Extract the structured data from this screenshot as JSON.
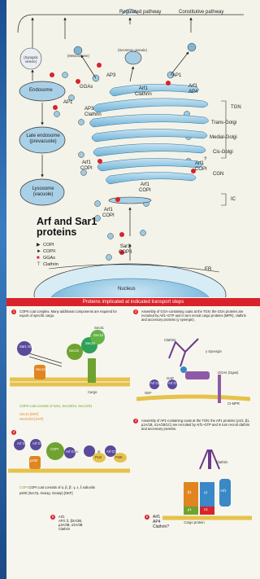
{
  "diagram": {
    "labels": {
      "regulated_pathway": "Regulated pathway",
      "constitutive_pathway": "Constitutive pathway",
      "secretory_granule": "(Secretory granule)",
      "melanosome": "(Melanosome)",
      "synaptic_vesicle": "(Synaptic vesicle)",
      "endosome": "Endosome",
      "late_endosome": "Late endosome (prevacuole)",
      "lysosome": "Lysosome (vacuole)",
      "nucleus": "Nucleus",
      "er": "ER",
      "tgn": "TGN",
      "trans_golgi": "Trans-Golgi",
      "medial_golgi": "Medial-Golgi",
      "cis_golgi": "Cis-Golgi",
      "cgn": "CGN",
      "ic": "IC",
      "ap3_top": "AP3",
      "ap1_top": "AP1",
      "arf1_ap4": "Arf1\nAP4",
      "arf1_clathrin": "Arf1\nClathrin",
      "ggas": "GGAs",
      "ap1_left": "AP1",
      "ap3_clathrin": "AP3\nClathrin",
      "arf1_copi_1": "Arf1\nCOPI",
      "arf1_copi_2": "Arf1\nCOPI",
      "arf1_copi_3": "Arf1\nCOPI",
      "arf1_copi_4": "Arf1\nCOPI",
      "sar1_copii": "Sar1\nCOPII",
      "question": "?"
    },
    "title": "Arf and Sar1 proteins",
    "legend": [
      {
        "mark": "COPI"
      },
      {
        "mark": "COPII"
      },
      {
        "mark": "GGAs"
      },
      {
        "mark": "Clathrin"
      }
    ],
    "legend_text": [
      "COPI",
      "COPII",
      "GGAs",
      "Clathrin"
    ]
  },
  "banner": "Proteins implicated at indicated transport steps",
  "panels": {
    "p1": {
      "num": "1",
      "text": "COPII coat complex. Many additional components are required for export of specific cargo.",
      "labels": {
        "sar1": "Sar1 GDP",
        "sec12": "Sec12",
        "sec23": "Sec23",
        "sec24": "Sec24",
        "sec13": "Sec13",
        "sec31": "Sec31",
        "cargo": "Cargo"
      },
      "footer_a": "COPII coat consists of Sar1, Sec23/24, Sec13/31",
      "footer_b": "Sec12 [GEF]",
      "footer_c": "Sec23/24 [GAP]"
    },
    "p2": {
      "num": "2",
      "text_a": "COPI coat consists of α, β, β', γ, ε, ξ subunits",
      "text_b": "p200 (Sec7p, Gea1p, Gea2p) [GEF]",
      "labels": {
        "arf": "Arf GDP",
        "arf2": "Arf GTP",
        "copi": "COPI",
        "p200": "p200",
        "or1": "or",
        "or2": "or",
        "pld": "PLD",
        "pi4k": "PI4K",
        "gtp1": "Arf GTP",
        "gtp2": "Arf GTP"
      }
    },
    "p3": {
      "num": "3",
      "text": "Assembly of GGA-containing coats at the TGN: the GGA proteins are recruited by Arf1–GTP and in turn recruit cargo proteins (MPR), clathrin and accessory proteins (γ synergin).",
      "labels": {
        "clathrin": "Clathrin",
        "synergin": "γ Synergin",
        "ggas": "GGAs (Ggas)",
        "gap": "GAP",
        "gef": "GEF",
        "arf_gdp": "Arf GDP",
        "arf_gtp": "Arf GTP",
        "ci_mpr": "CI-MPR"
      }
    },
    "p4": {
      "num": "4",
      "text": "Assembly of AP1-containing coats at the TGN: the AP1 proteins (γ1/2, β1, µ1A/1B, σ1A/1B/1C) are recruited by Arf1–GTP and in turn recruit clathrin and accessory proteins.",
      "labels": {
        "b1": "β1",
        "g1": "γ1",
        "u1": "µ1",
        "s1": "σ1",
        "cargo": "Cargo protein",
        "arf1": "Arf1",
        "clathrin": "Clathrin"
      }
    },
    "p5": {
      "num": "5",
      "text": "Arf1\nAP3: δ, β3A/3B,\nµ3A/3B, σ3A/3B\nClathrin"
    },
    "p6": {
      "num": "6",
      "text": "Arf1\nAP4\nClathrin?"
    }
  },
  "colors": {
    "accent_red": "#d8232a",
    "golgi_blue": "#7fbad9",
    "background_blue": "#1d4f8c",
    "copii_orange": "#e0851f",
    "copi_green": "#6ea330"
  }
}
